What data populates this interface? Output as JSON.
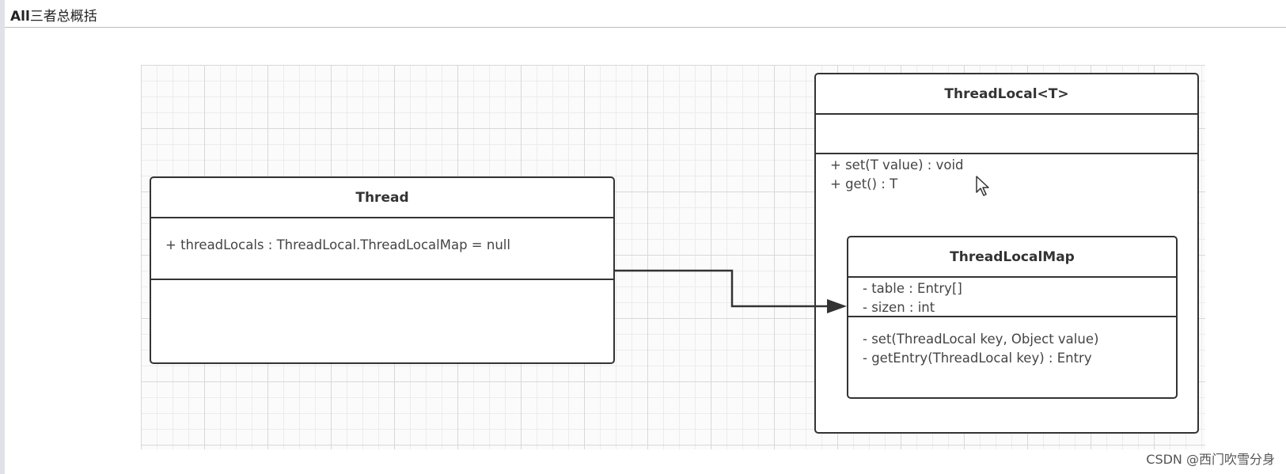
{
  "window": {
    "title_bold": "All",
    "title_rest": "三者总概括"
  },
  "diagram": {
    "thread": {
      "name": "Thread",
      "attributes": [
        "+ threadLocals : ThreadLocal.ThreadLocalMap = null"
      ],
      "operations": []
    },
    "threadlocal": {
      "name": "ThreadLocal<T>",
      "attributes": [],
      "operations": [
        "+ set(T value) : void",
        "+ get() : T"
      ]
    },
    "threadlocalmap": {
      "name": "ThreadLocalMap",
      "attributes": [
        "- table : Entry[]",
        "- sizen : int"
      ],
      "operations": [
        "- set(ThreadLocal key, Object value)",
        "- getEntry(ThreadLocal key) :  Entry"
      ]
    }
  },
  "icons": {
    "cursor": "mouse-cursor-icon",
    "arrow": "association-arrow"
  },
  "colors": {
    "stroke": "#333333",
    "grid": "#d8d8d8"
  },
  "watermark": "CSDN @西门吹雪分身"
}
